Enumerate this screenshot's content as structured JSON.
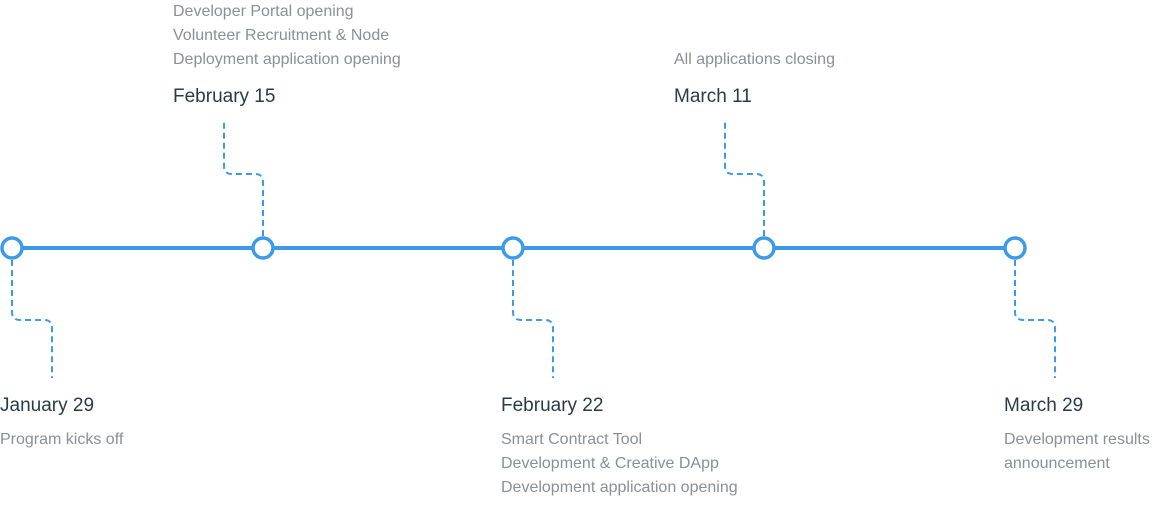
{
  "colors": {
    "timeline": "#3d9ae8",
    "connector": "#3d9ae8",
    "date_text": "#2b3a4a",
    "desc_text": "#8a9096"
  },
  "milestones": [
    {
      "date": "January 29",
      "lines": [
        "Program kicks off"
      ]
    },
    {
      "date": "February 15",
      "lines": [
        "Developer Portal opening",
        "Volunteer Recruitment & Node",
        "Deployment application opening"
      ]
    },
    {
      "date": "February 22",
      "lines": [
        "Smart Contract Tool",
        "Development & Creative DApp",
        "Development application opening"
      ]
    },
    {
      "date": "March 11",
      "lines": [
        "All applications closing"
      ]
    },
    {
      "date": "March 29",
      "lines": [
        "Development results",
        "announcement"
      ]
    }
  ]
}
